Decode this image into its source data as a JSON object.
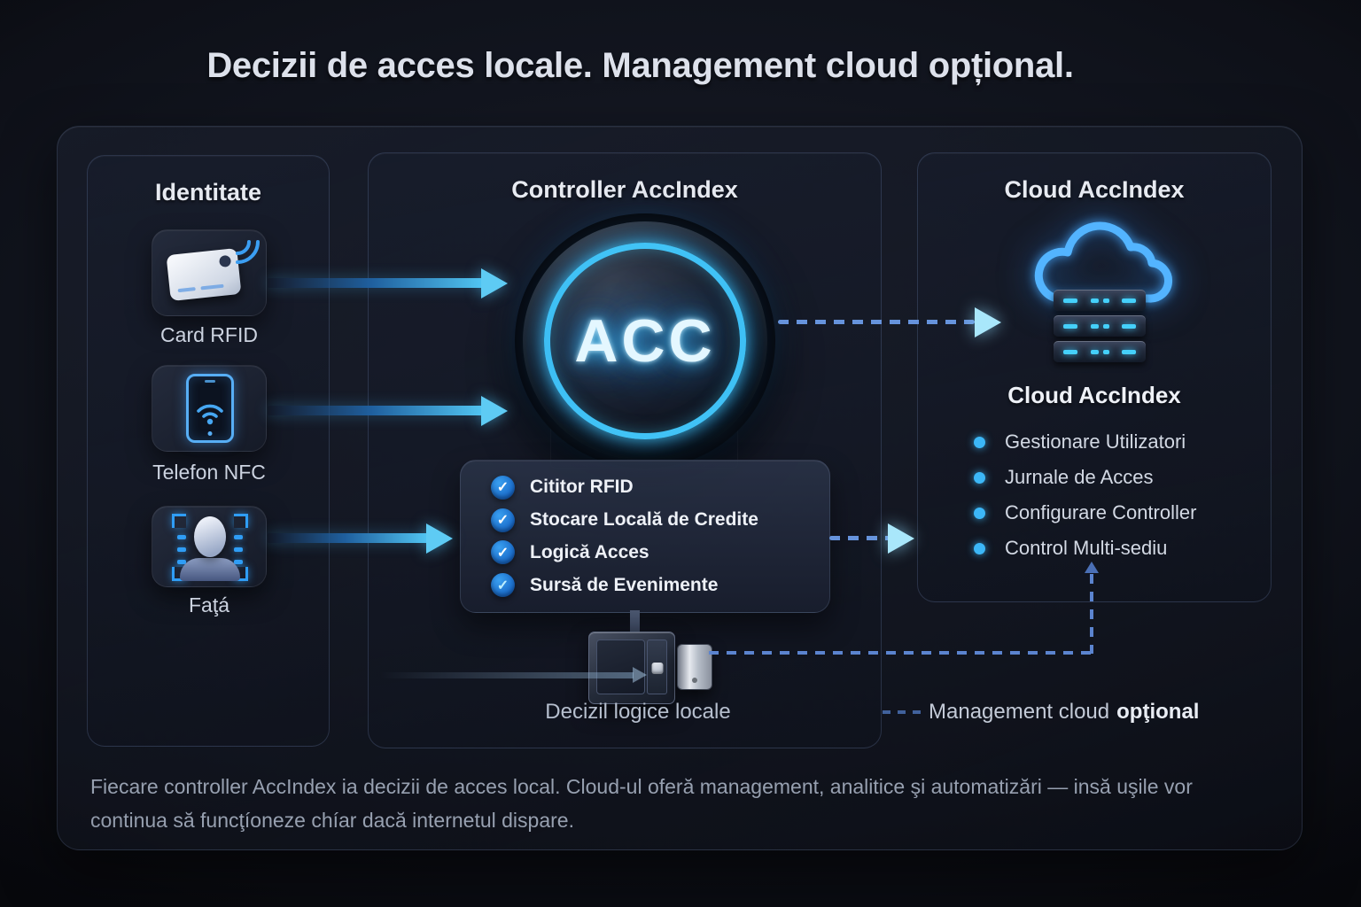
{
  "title": "Decizii de acces locale. Management cloud opțional.",
  "identity": {
    "header": "Identitate",
    "items": [
      {
        "label": "Card RFID",
        "icon": "rfid-card-icon"
      },
      {
        "label": "Telefon NFC",
        "icon": "nfc-phone-icon"
      },
      {
        "label": "Faţá",
        "icon": "face-scan-icon"
      }
    ]
  },
  "controller": {
    "header": "Controller AccIndex",
    "badge_text": "ACC",
    "features": [
      "Cititor RFID",
      "Stocare Locală de Credite",
      "Logică Acces",
      "Sursă de Evenimente"
    ],
    "device_caption": "Decizil logice locale"
  },
  "cloud": {
    "header": "Cloud AccIndex",
    "subtitle": "Cloud AccIndex",
    "features": [
      "Gestionare Utilizatori",
      "Jurnale de Acces",
      "Configurare Controller",
      "Control Multi-sediu"
    ]
  },
  "annotations": {
    "cloud_note_prefix": "Management cloud",
    "cloud_note_bold": "opţional"
  },
  "footer": "Fiecare controller AccIndex ia decizii de acces local. Cloud-ul oferă management, analitice şi automatizări — insă uşile vor continua să funcţíoneze chíar dacă internetul dispare.",
  "icons": {
    "check": "checkmark-icon",
    "bullet": "dot-bullet-icon",
    "cloud": "cloud-icon",
    "server": "server-rack-icon",
    "door": "door-controller-icon"
  },
  "colors": {
    "background": "#0b0d13",
    "panel": "#161a26",
    "accent_cyan": "#4fc6f3",
    "accent_blue": "#3b9ef2",
    "dashed_connector": "#5b84cf",
    "text_primary": "#e7eaf1",
    "text_secondary": "#97a0b0"
  }
}
